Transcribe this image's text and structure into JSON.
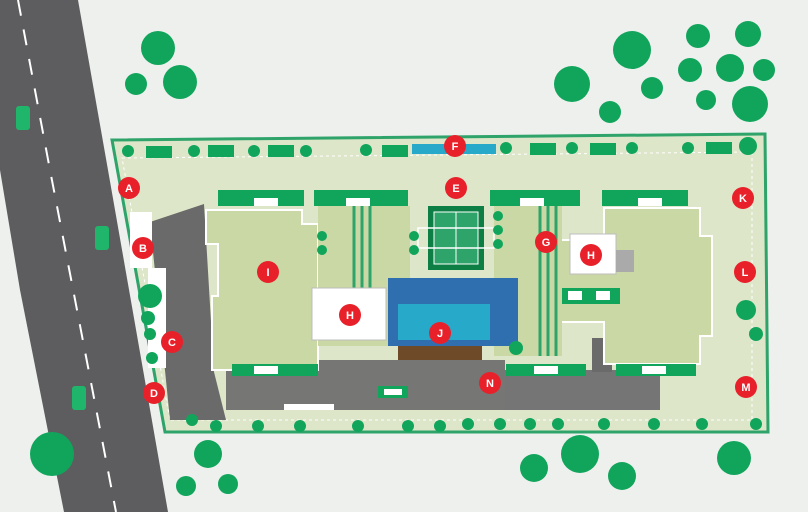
{
  "colors": {
    "background": "#eef0ee",
    "road": "#5d5d5f",
    "road_marking": "#ffffff",
    "site_ground": "#dde6c8",
    "site_border": "#2ea36a",
    "building_roof": "#c9d8a4",
    "building_outline": "#ffffff",
    "shadow": "#6a6a6a",
    "tree": "#11a55c",
    "tree_dark": "#0d7f45",
    "marker": "#e8202a",
    "pool": "#27a9c9",
    "solar": "#2f6fb0",
    "car": "#1fb56a"
  },
  "markers": [
    {
      "id": "A",
      "label": "A"
    },
    {
      "id": "B",
      "label": "B"
    },
    {
      "id": "C",
      "label": "C"
    },
    {
      "id": "D",
      "label": "D"
    },
    {
      "id": "E",
      "label": "E"
    },
    {
      "id": "F",
      "label": "F"
    },
    {
      "id": "G",
      "label": "G"
    },
    {
      "id": "H1",
      "label": "H"
    },
    {
      "id": "H2",
      "label": "H"
    },
    {
      "id": "I",
      "label": "I"
    },
    {
      "id": "J",
      "label": "J"
    },
    {
      "id": "K",
      "label": "K"
    },
    {
      "id": "L",
      "label": "L"
    },
    {
      "id": "M",
      "label": "M"
    },
    {
      "id": "N",
      "label": "N"
    }
  ]
}
